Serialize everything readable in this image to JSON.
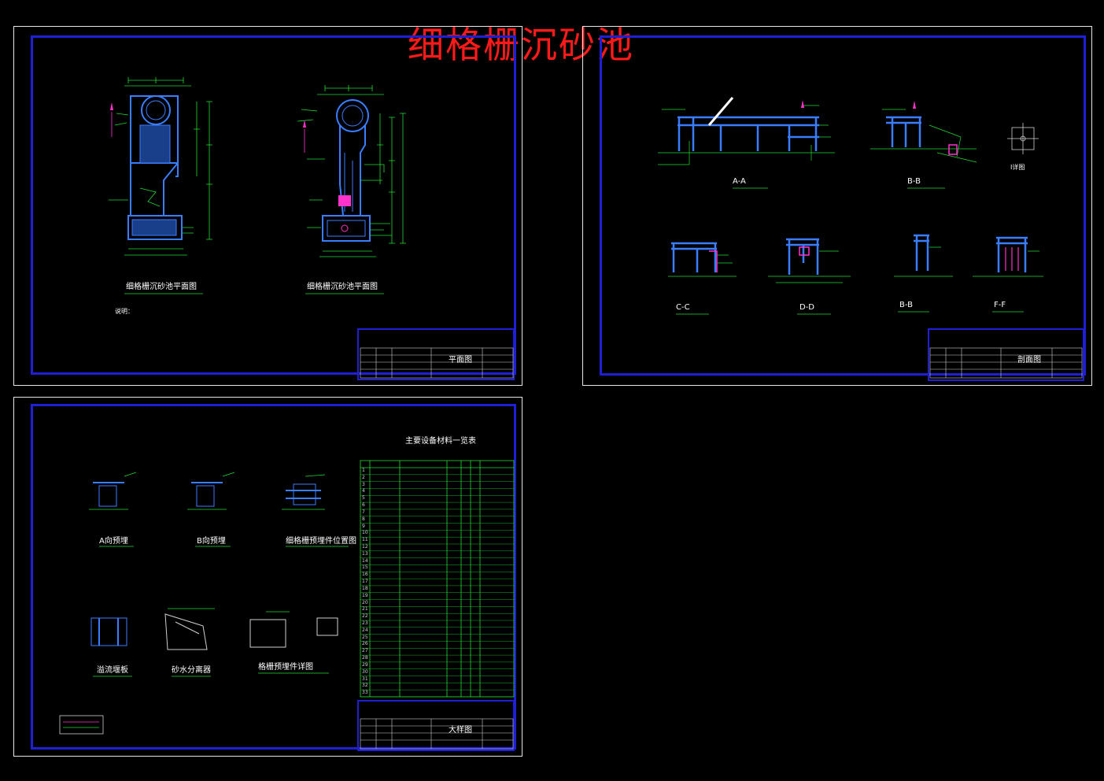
{
  "main_title": "细格栅沉砂池",
  "sheet1": {
    "view1_title": "细格栅沉砂池平面图",
    "view2_title": "细格栅沉砂池平面图",
    "notes_heading": "说明：",
    "titleblock_name": "平面图"
  },
  "sheet2": {
    "sections": [
      "A-A",
      "B-B",
      "C-C",
      "D-D",
      "B-B",
      "F-F"
    ],
    "detail_label": "I详图",
    "titleblock_name": "剖面图"
  },
  "sheet3": {
    "detail_labels": [
      "A向预埋",
      "B向预埋",
      "细格栅预埋件位置图",
      "溢流堰板",
      "砂水分离器",
      "格栅预埋件详图"
    ],
    "table_title": "主要设备材料一览表",
    "table_rows": [
      "1",
      "2",
      "3",
      "4",
      "5",
      "6",
      "7",
      "8",
      "9",
      "10",
      "11",
      "12",
      "13",
      "14",
      "15",
      "16",
      "17",
      "18",
      "19",
      "20",
      "21",
      "22",
      "23",
      "24",
      "25",
      "26",
      "27",
      "28",
      "29",
      "30",
      "31",
      "32",
      "33"
    ],
    "titleblock_name": "大样图"
  },
  "colors": {
    "background": "#000000",
    "sheet_border": "#e6e6e6",
    "frame": "#1f1fd6",
    "structure": "#3b7dff",
    "dimension": "#22dd33",
    "title": "#ff1a1a",
    "accent": "#ff33cc"
  }
}
